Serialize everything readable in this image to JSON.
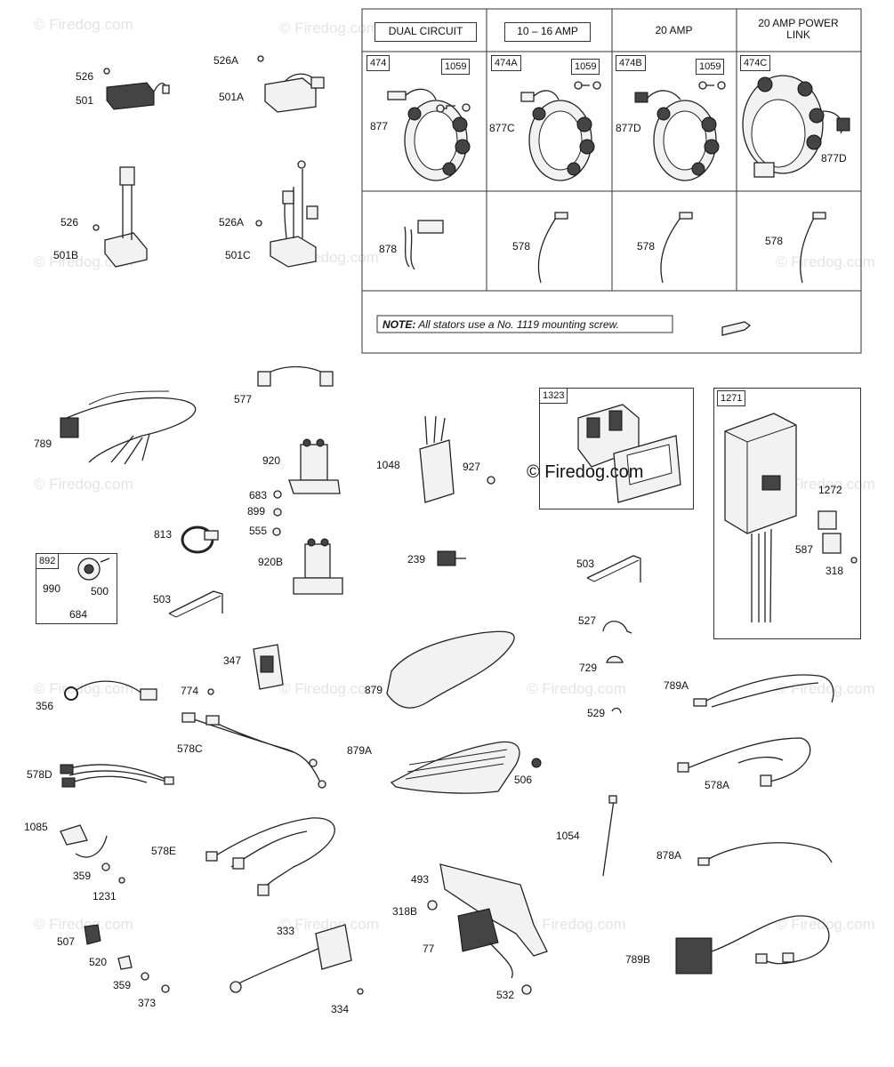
{
  "watermark": "© Firedog.com",
  "logo_text": "© Firedog.com",
  "stator_table": {
    "columns": [
      {
        "header": "DUAL CIRCUIT",
        "assembly": "474",
        "screw": "1059",
        "harness": "877",
        "lead": "878"
      },
      {
        "header": "10 – 16 AMP",
        "assembly": "474A",
        "screw": "1059",
        "harness": "877C",
        "lead": "578"
      },
      {
        "header": "20 AMP",
        "assembly": "474B",
        "screw": "1059",
        "harness": "877D",
        "lead": "578"
      },
      {
        "header": "20 AMP POWER LINK",
        "assembly": "474C",
        "screw": "",
        "harness": "877D",
        "lead": "578"
      }
    ],
    "note_bold": "NOTE:",
    "note_text": "All stators use a No. 1119 mounting screw."
  },
  "inset_boxes": {
    "b892": "892",
    "b1323": "1323",
    "b1271": "1271"
  },
  "part_labels": {
    "p526": "526",
    "p501": "501",
    "p526A": "526A",
    "p501A": "501A",
    "p526b": "526",
    "p501B": "501B",
    "p526Ab": "526A",
    "p501C": "501C",
    "p789": "789",
    "p577": "577",
    "p920": "920",
    "p683": "683",
    "p899": "899",
    "p555": "555",
    "p920B": "920B",
    "p813": "813",
    "p1048": "1048",
    "p927": "927",
    "p239": "239",
    "p990": "990",
    "p500": "500",
    "p684": "684",
    "p503a": "503",
    "p503b": "503",
    "p527": "527",
    "p1272": "1272",
    "p587": "587",
    "p318": "318",
    "p347": "347",
    "p774": "774",
    "p356": "356",
    "p578C": "578C",
    "p578D": "578D",
    "p879": "879",
    "p879A": "879A",
    "p506": "506",
    "p729": "729",
    "p529": "529",
    "p789A": "789A",
    "p578A": "578A",
    "p1085": "1085",
    "p359a": "359",
    "p1231": "1231",
    "p578E": "578E",
    "p1054": "1054",
    "p878A": "878A",
    "p493": "493",
    "p318B": "318B",
    "p77": "77",
    "p532": "532",
    "p333": "333",
    "p334": "334",
    "p507": "507",
    "p520": "520",
    "p359b": "359",
    "p373": "373",
    "p789B": "789B"
  }
}
